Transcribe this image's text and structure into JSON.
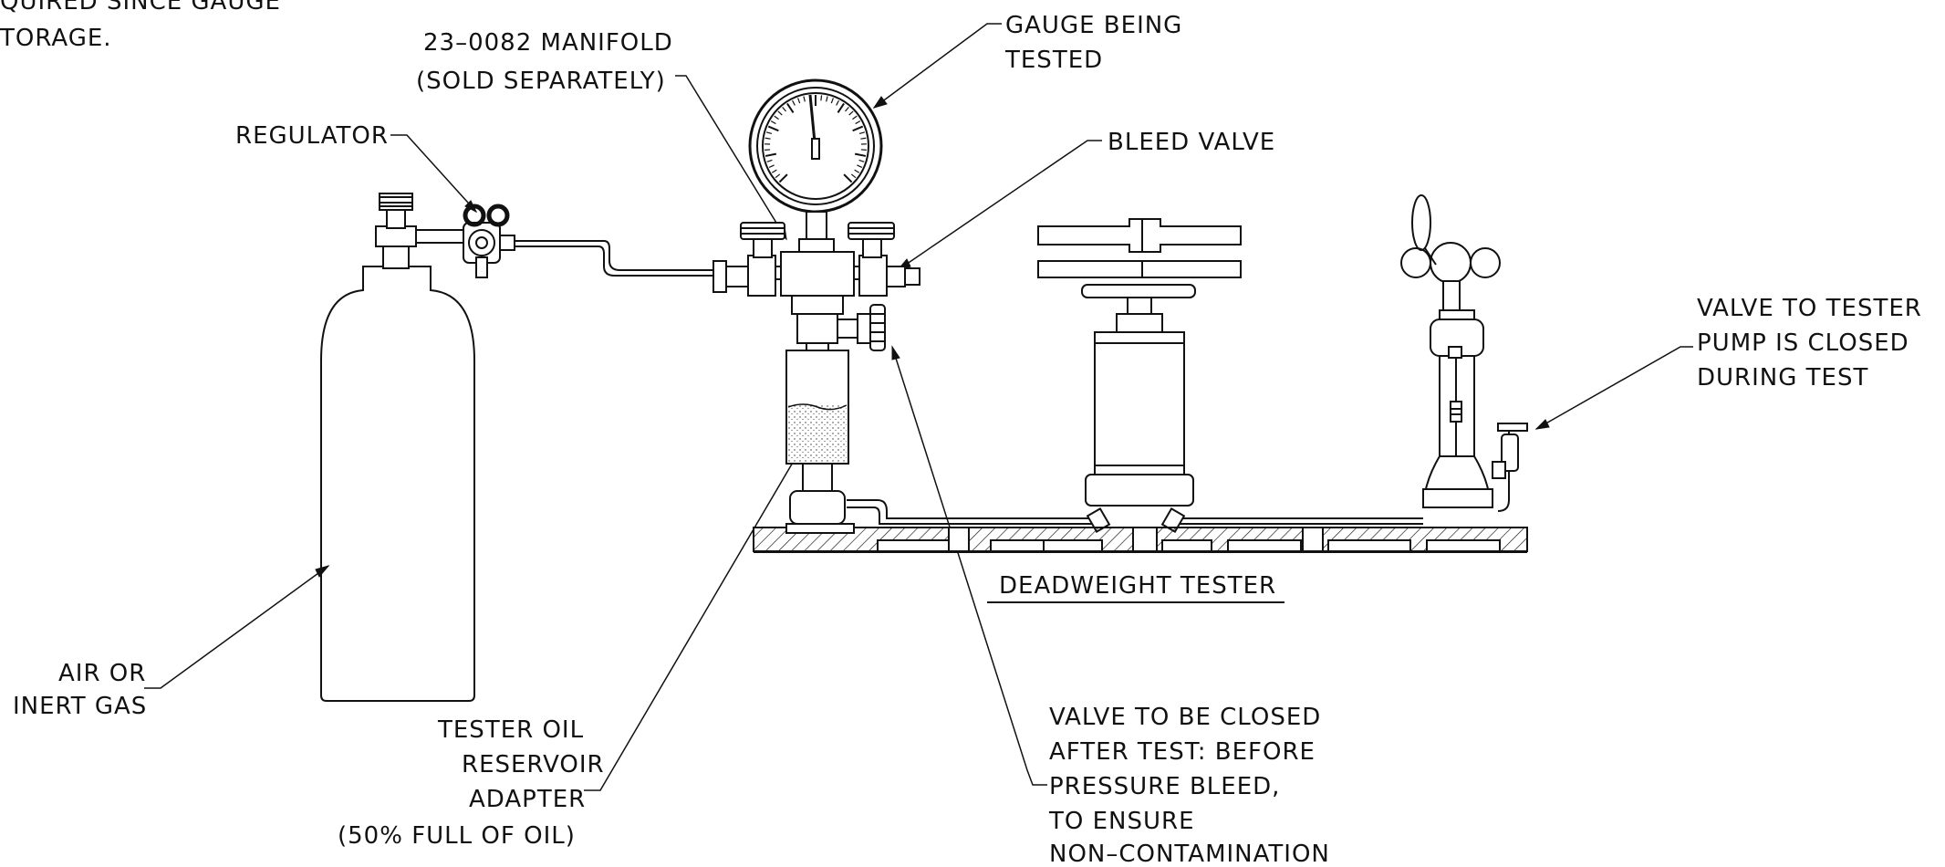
{
  "labels": {
    "corner_line1": "QUIRED SINCE GAUGE",
    "corner_line2": "TORAGE.",
    "manifold_line1": "23–0082 MANIFOLD",
    "manifold_line2": "(SOLD SEPARATELY)",
    "gauge_line1": "GAUGE BEING",
    "gauge_line2": "TESTED",
    "regulator": "REGULATOR",
    "bleed_valve": "BLEED VALVE",
    "valve_tester_line1": "VALVE TO TESTER",
    "valve_tester_line2": "PUMP IS CLOSED",
    "valve_tester_line3": "DURING TEST",
    "deadweight_tester": "DEADWEIGHT TESTER",
    "air_line1": "AIR OR",
    "air_line2": "INERT GAS",
    "reservoir_line1": "TESTER OIL",
    "reservoir_line2": "RESERVOIR",
    "reservoir_line3": "ADAPTER",
    "reservoir_line4": "(50% FULL OF OIL)",
    "valve_closed_line1": "VALVE TO BE CLOSED",
    "valve_closed_line2": "AFTER TEST: BEFORE",
    "valve_closed_line3": "PRESSURE BLEED,",
    "valve_closed_line4": "TO ENSURE",
    "valve_closed_line5": "NON–CONTAMINATION"
  },
  "colors": {
    "ink": "#111111",
    "paper": "#ffffff"
  }
}
